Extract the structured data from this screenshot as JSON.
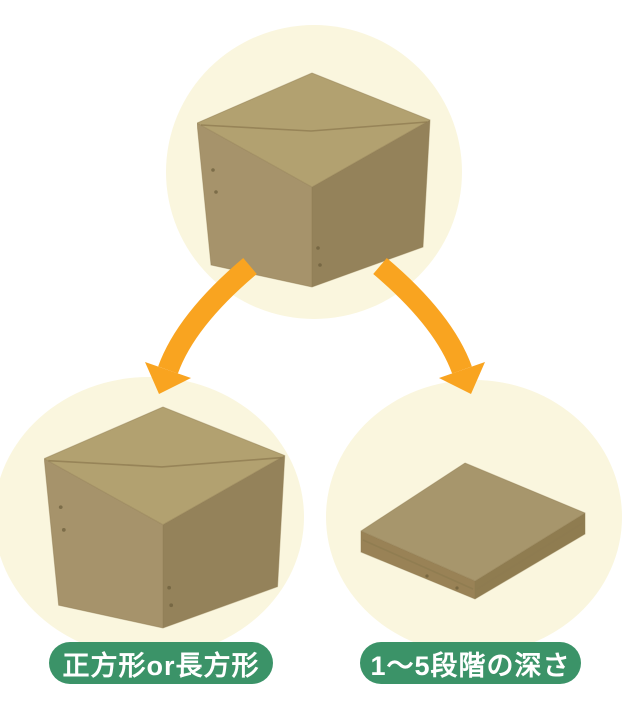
{
  "diagram": {
    "name": "cardboard-box-customization-diagram",
    "source": {
      "image": "cube-cardboard-box-photo"
    },
    "branches": [
      {
        "label": "正方形or長方形",
        "image": "cube-cardboard-box-photo"
      },
      {
        "label": "1〜5段階の深さ",
        "image": "flat-cardboard-box-photo"
      }
    ]
  },
  "icons": {
    "left_arrow": "curved-arrow-down-left-icon",
    "right_arrow": "curved-arrow-down-right-icon"
  },
  "colors": {
    "page_bg": "#ffffff",
    "circle_bg": "#FAF6DE",
    "arrow_orange": "#F9A420",
    "label_green": "#3B9368",
    "label_text": "#ffffff",
    "box_top": "#B2A170",
    "box_left": "#A6936B",
    "box_right": "#94825A",
    "box_edge": "#8D7B50",
    "flat_top": "#A7966C",
    "flat_left": "#998256",
    "flat_right": "#8F7C50"
  }
}
